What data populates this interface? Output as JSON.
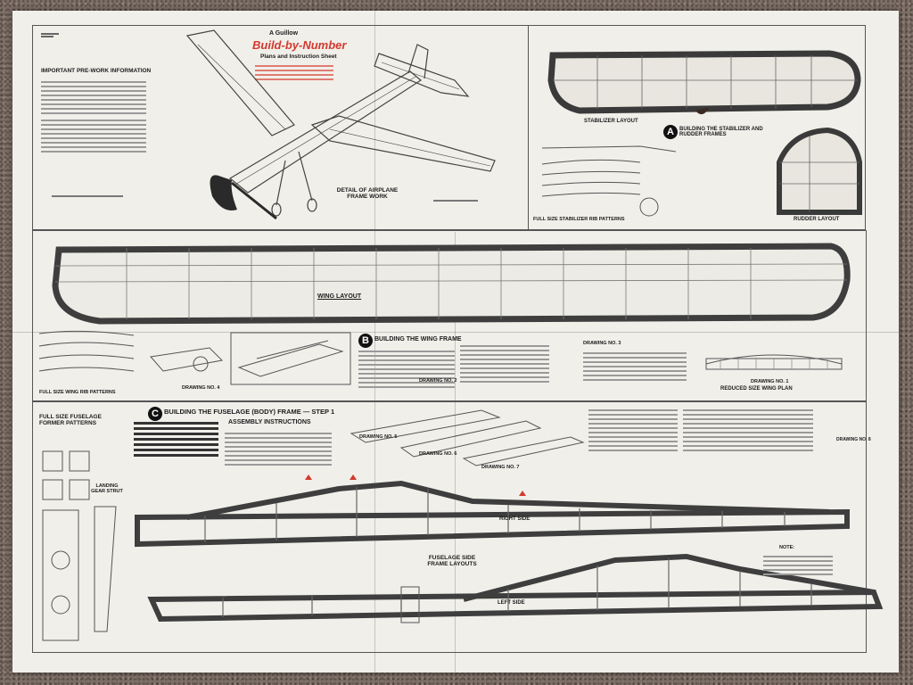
{
  "sheet": {
    "brand_top": "A Guillow",
    "brand_title": "Build-by-Number",
    "brand_sub": "Plans and Instruction Sheet",
    "info_heading": "IMPORTANT PRE-WORK INFORMATION",
    "frame_detail": "DETAIL OF AIRPLANE FRAME WORK",
    "stab_layout": "STABILIZER LAYOUT",
    "step_a": "BUILDING THE STABILIZER AND RUDDER FRAMES",
    "stab_ribs": "FULL SIZE STABILIZER RIB PATTERNS",
    "rudder_layout": "RUDDER LAYOUT",
    "wing_layout": "WING LAYOUT",
    "step_b": "BUILDING THE WING FRAME",
    "wing_ribs": "FULL SIZE WING RIB PATTERNS",
    "drawing_4": "DRAWING NO. 4",
    "drawing_2": "DRAWING NO. 2",
    "drawing_3": "DRAWING NO. 3",
    "drawing_1": "DRAWING NO. 1",
    "reduced_wing": "REDUCED SIZE WING PLAN",
    "fuselage_patterns": "FULL SIZE FUSELAGE FORMER PATTERNS",
    "step_c": "BUILDING THE FUSELAGE (BODY) FRAME — STEP 1",
    "assembly": "ASSEMBLY INSTRUCTIONS",
    "drawing_5": "DRAWING NO. 5",
    "drawing_6": "DRAWING NO. 6",
    "drawing_7": "DRAWING NO. 7",
    "drawing_8": "DRAWING NO. 8",
    "landing_gear": "LANDING GEAR STRUT",
    "right_side": "RIGHT SIDE",
    "left_side": "LEFT SIDE",
    "fuselage_layouts": "FUSELAGE SIDE FRAME LAYOUTS",
    "note": "NOTE:",
    "badge_a": "A",
    "badge_b": "B",
    "badge_c": "C"
  }
}
